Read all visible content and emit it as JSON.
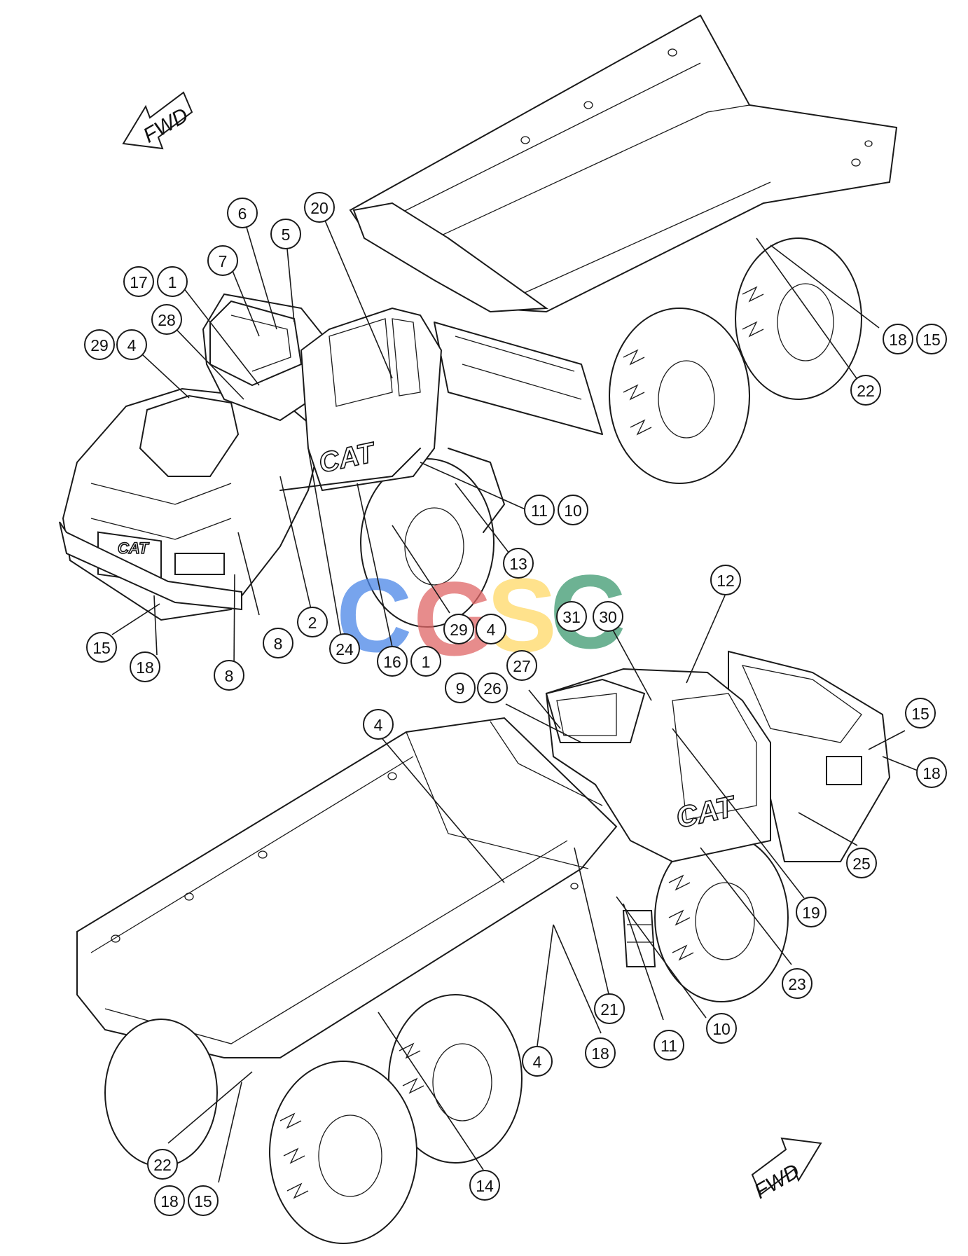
{
  "directions": {
    "top": "FWD",
    "bottom": "FWD"
  },
  "branding": {
    "cab_logo": "CAT",
    "grille_logo": "CAT",
    "rear_logo": "CAT"
  },
  "watermark": {
    "letters": [
      "C",
      "G",
      "S",
      "C"
    ],
    "colors": [
      "#4a86e8",
      "#e06666",
      "#ffd966",
      "#3d9970"
    ]
  },
  "callouts": [
    {
      "id": "c1",
      "label": "6"
    },
    {
      "id": "c2",
      "label": "20"
    },
    {
      "id": "c3",
      "label": "5"
    },
    {
      "id": "c4",
      "label": "7"
    },
    {
      "id": "c5",
      "label": "17"
    },
    {
      "id": "c6",
      "label": "1"
    },
    {
      "id": "c7",
      "label": "28"
    },
    {
      "id": "c8",
      "label": "29"
    },
    {
      "id": "c9",
      "label": "4"
    },
    {
      "id": "c10",
      "label": "18"
    },
    {
      "id": "c11",
      "label": "15"
    },
    {
      "id": "c12",
      "label": "22"
    },
    {
      "id": "c13",
      "label": "11"
    },
    {
      "id": "c14",
      "label": "10"
    },
    {
      "id": "c15",
      "label": "13"
    },
    {
      "id": "c16",
      "label": "12"
    },
    {
      "id": "c17",
      "label": "31"
    },
    {
      "id": "c18",
      "label": "30"
    },
    {
      "id": "c19",
      "label": "29"
    },
    {
      "id": "c20",
      "label": "4"
    },
    {
      "id": "c21",
      "label": "2"
    },
    {
      "id": "c22",
      "label": "8"
    },
    {
      "id": "c23",
      "label": "24"
    },
    {
      "id": "c24",
      "label": "16"
    },
    {
      "id": "c25",
      "label": "1"
    },
    {
      "id": "c26",
      "label": "15"
    },
    {
      "id": "c27",
      "label": "18"
    },
    {
      "id": "c28",
      "label": "8"
    },
    {
      "id": "c29",
      "label": "27"
    },
    {
      "id": "c30",
      "label": "9"
    },
    {
      "id": "c31",
      "label": "26"
    },
    {
      "id": "c32",
      "label": "15"
    },
    {
      "id": "c33",
      "label": "18"
    },
    {
      "id": "c34",
      "label": "4"
    },
    {
      "id": "c35",
      "label": "25"
    },
    {
      "id": "c36",
      "label": "19"
    },
    {
      "id": "c37",
      "label": "23"
    },
    {
      "id": "c38",
      "label": "21"
    },
    {
      "id": "c39",
      "label": "10"
    },
    {
      "id": "c40",
      "label": "11"
    },
    {
      "id": "c41",
      "label": "18"
    },
    {
      "id": "c42",
      "label": "4"
    },
    {
      "id": "c43",
      "label": "22"
    },
    {
      "id": "c44",
      "label": "18"
    },
    {
      "id": "c45",
      "label": "15"
    },
    {
      "id": "c46",
      "label": "14"
    }
  ]
}
